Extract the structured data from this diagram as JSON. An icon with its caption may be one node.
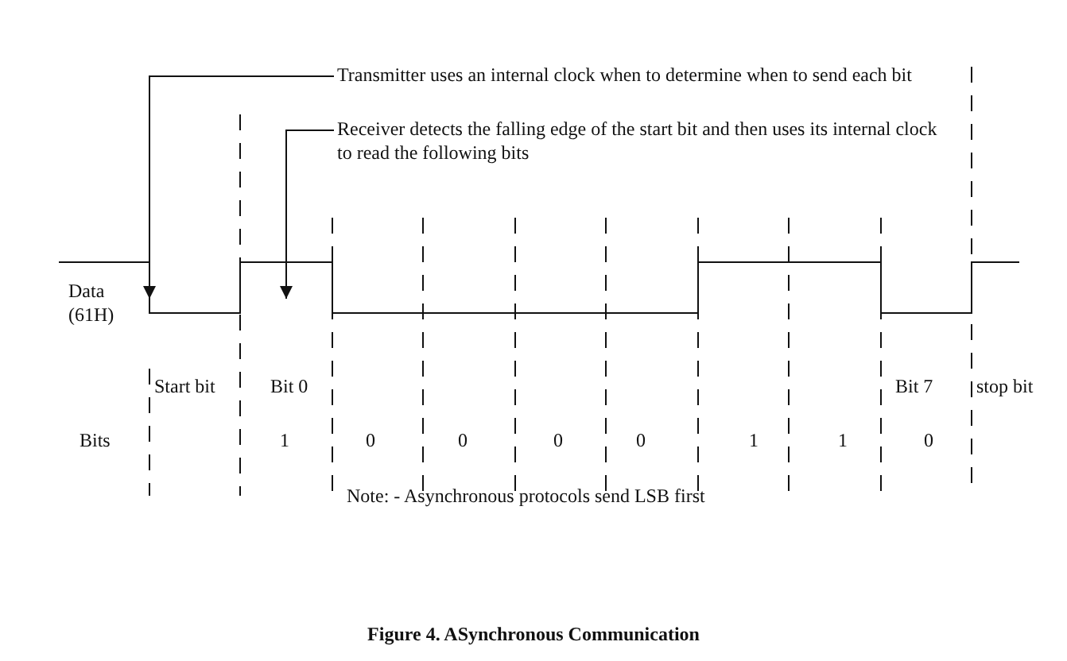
{
  "diagram": {
    "caption": "Figure 4. ASynchronous Communication",
    "nodes": [
      {
        "text": [
          "Transmitter uses an internal clock when to determine when to send each bit"
        ]
      },
      {
        "text": [
          "Receiver detects the falling edge of the start bit and then uses its internal clock to read the following bits"
        ]
      }
    ],
    "edges": [
      {
        "from": 0,
        "to": null,
        "arrow": "to"
      },
      {
        "from": 1,
        "to": null,
        "arrow": "to"
      }
    ],
    "labels": [
      "Data (61H)",
      "Start bit",
      "Bit 0",
      "Bit 7",
      "stop bit",
      "Bits",
      "1",
      "0",
      "0",
      "0",
      "0",
      "1",
      "1",
      "0",
      "Note: - Asynchronous protocols send LSB first"
    ]
  }
}
